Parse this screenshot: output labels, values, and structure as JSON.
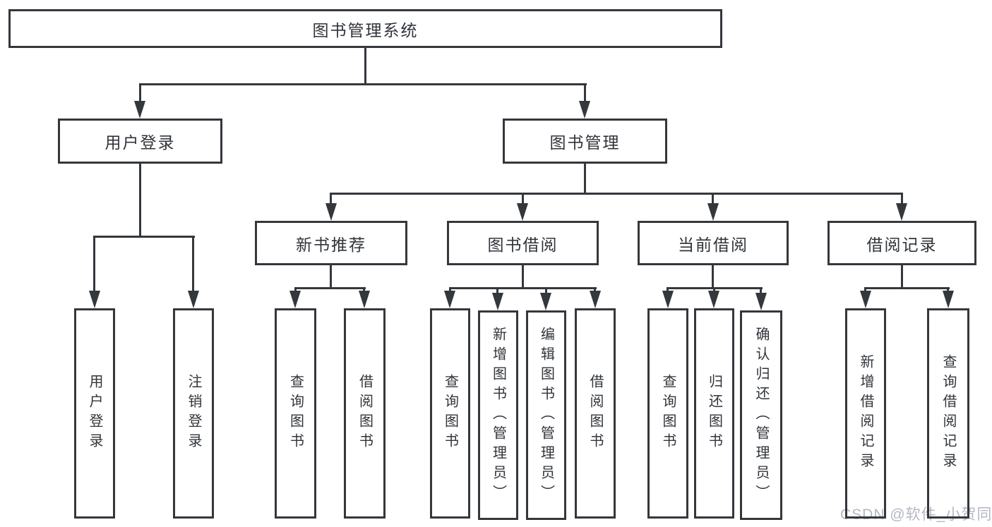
{
  "root": {
    "label": "图书管理系统"
  },
  "branches": [
    {
      "label": "用户登录",
      "children": [
        {
          "label": "用户登录"
        },
        {
          "label": "注销登录"
        }
      ]
    },
    {
      "label": "图书管理",
      "children": [
        {
          "label": "新书推荐",
          "children": [
            {
              "label": "查询图书"
            },
            {
              "label": "借阅图书"
            }
          ]
        },
        {
          "label": "图书借阅",
          "children": [
            {
              "label": "查询图书"
            },
            {
              "label": "新增图书（管理员）"
            },
            {
              "label": "编辑图书（管理员）"
            },
            {
              "label": "借阅图书"
            }
          ]
        },
        {
          "label": "当前借阅",
          "children": [
            {
              "label": "查询图书"
            },
            {
              "label": "归还图书"
            },
            {
              "label": "确认归还（管理员）"
            }
          ]
        },
        {
          "label": "借阅记录",
          "children": [
            {
              "label": "新增借阅记录"
            },
            {
              "label": "查询借阅记录"
            }
          ]
        }
      ]
    }
  ],
  "watermark": {
    "text": "CSDN @软件_小贺同学"
  },
  "colors": {
    "line": "#34373c",
    "text": "#30343a",
    "watermark": "#b3b8c0",
    "background": "#ffffff"
  }
}
